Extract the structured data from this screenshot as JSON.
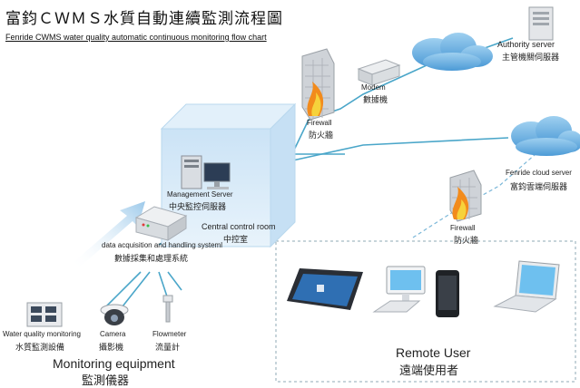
{
  "title": "富鈞ＣＷＭＳ水質自動連續監測流程圖",
  "subtitle": "Fenride CWMS water quality automatic continuous monitoring flow chart",
  "nodes": {
    "authority_server": {
      "en": "Authority server",
      "zh": "主管機關伺服器"
    },
    "modem": {
      "en": "Modem",
      "zh": "數據機"
    },
    "firewall_top": {
      "en": "Firewall",
      "zh": "防火牆"
    },
    "cloud_server": {
      "en": "Fenride cloud server",
      "zh": "富鈞雲端伺服器"
    },
    "firewall_right": {
      "en": "Firewall",
      "zh": "防火牆"
    },
    "management_server": {
      "en": "Management Server",
      "zh": "中央監控伺服器"
    },
    "control_room": {
      "en": "Central control room",
      "zh": "中控室"
    },
    "daq": {
      "en": "data acquisition and handling systeml",
      "zh": "數據採集和處理系統"
    },
    "wq_device": {
      "en": "Water quality monitoring",
      "zh": "水質監測設備"
    },
    "camera": {
      "en": "Camera",
      "zh": "攝影機"
    },
    "flowmeter": {
      "en": "Flowmeter",
      "zh": "流量計"
    },
    "monitoring_equipment": {
      "en": "Monitoring equipment",
      "zh": "監測儀器"
    },
    "remote_user": {
      "en": "Remote User",
      "zh": "遠端使用者"
    }
  },
  "colors": {
    "line": "#4aa6c9",
    "cube": "#cfe6f7",
    "cloud": "#6ab0e0"
  }
}
